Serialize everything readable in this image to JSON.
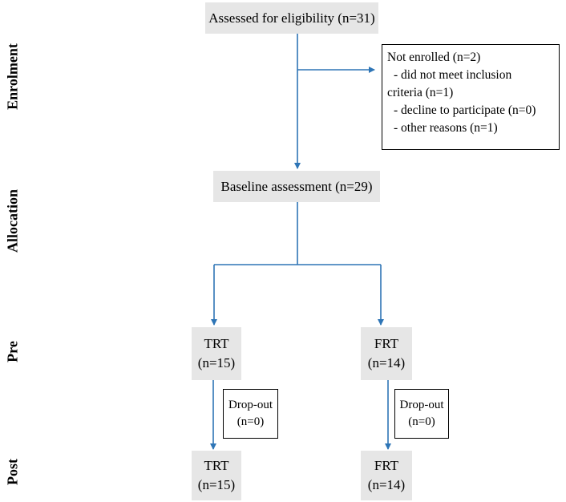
{
  "stages": {
    "enrolment": "Enrolment",
    "allocation": "Allocation",
    "pre": "Pre",
    "post": "Post"
  },
  "assessed": "Assessed for eligibility (n=31)",
  "not_enrolled": {
    "lines": [
      "Not enrolled (n=2)",
      "  - did not meet inclusion",
      "criteria (n=1)",
      "  - decline to participate  (n=0)",
      "  - other reasons (n=1)"
    ]
  },
  "baseline": "Baseline assessment (n=29)",
  "trt_pre": {
    "name": "TRT",
    "n": "(n=15)"
  },
  "frt_pre": {
    "name": "FRT",
    "n": "(n=14)"
  },
  "dropout_trt": {
    "label": "Drop-out",
    "n": "(n=0)"
  },
  "dropout_frt": {
    "label": "Drop-out",
    "n": "(n=0)"
  },
  "trt_post": {
    "name": "TRT",
    "n": "(n=15)"
  },
  "frt_post": {
    "name": "FRT",
    "n": "(n=14)"
  },
  "colors": {
    "arrow": "#2e75b6",
    "box_fill": "#e6e6e6",
    "border": "#000000"
  }
}
